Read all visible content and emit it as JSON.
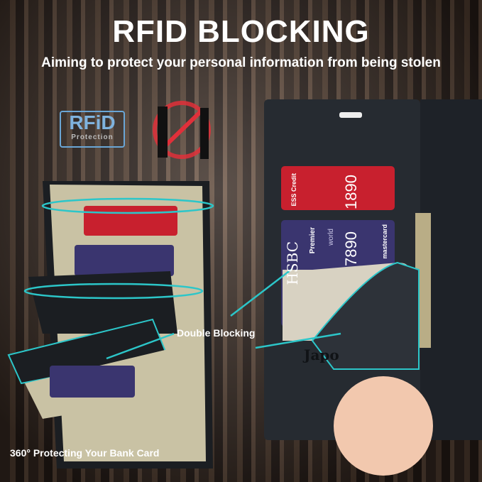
{
  "header": {
    "title": "RFID BLOCKING",
    "subtitle": "Aiming to protect your personal information from being stolen"
  },
  "badges": {
    "rfid_main": "RFiD",
    "rfid_sub": "Protection",
    "no_theft_icon": "no-pickpocket-icon"
  },
  "labels": {
    "double_blocking": "Double Blocking",
    "protecting": "360° Protecting Your Bank Card"
  },
  "cards": {
    "red_card": "ESS Credit",
    "red_number": "1890",
    "blue_bank": "HSBC",
    "blue_tier": "Premier",
    "blue_world": "world",
    "blue_number": "7890",
    "brand": "mastercard",
    "wallet_brand": "Japo"
  },
  "colors": {
    "accent": "#2cc6c9",
    "wallet": "#262b31",
    "rfid_blue": "#6aa6d6"
  }
}
